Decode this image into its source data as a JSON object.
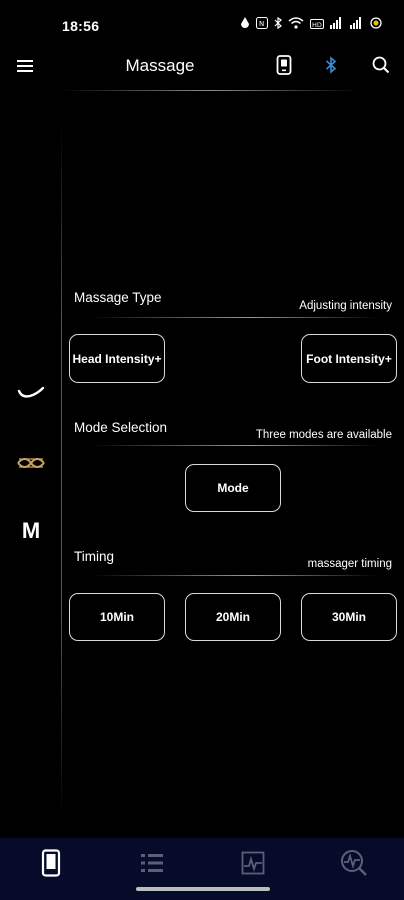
{
  "status_bar": {
    "time": "18:56"
  },
  "app_bar": {
    "title": "Massage"
  },
  "sections": {
    "massage_type": {
      "title": "Massage Type",
      "note": "Adjusting intensity",
      "buttons": {
        "head": "Head Intensity+",
        "foot": "Foot Intensity+"
      }
    },
    "mode_selection": {
      "title": "Mode Selection",
      "note": "Three modes are available",
      "buttons": {
        "mode": "Mode"
      }
    },
    "timing": {
      "title": "Timing",
      "note": "massager timing",
      "buttons": {
        "t10": "10Min",
        "t20": "20Min",
        "t30": "30Min"
      }
    }
  },
  "side_rail": {
    "icons": [
      "curve-icon",
      "woven-pattern-icon",
      "m-letter-icon"
    ],
    "letter": "M"
  },
  "bottom_nav": {
    "items": [
      "phone-icon",
      "list-icon",
      "chart-icon",
      "pulse-search-icon"
    ],
    "active_index": 0
  },
  "colors": {
    "background": "#000000",
    "accent_gold": "#c9a45c",
    "bluetooth_blue": "#3d8bd6",
    "nav_bg": "#060b2a",
    "inactive_icon": "#5a5f7a"
  }
}
